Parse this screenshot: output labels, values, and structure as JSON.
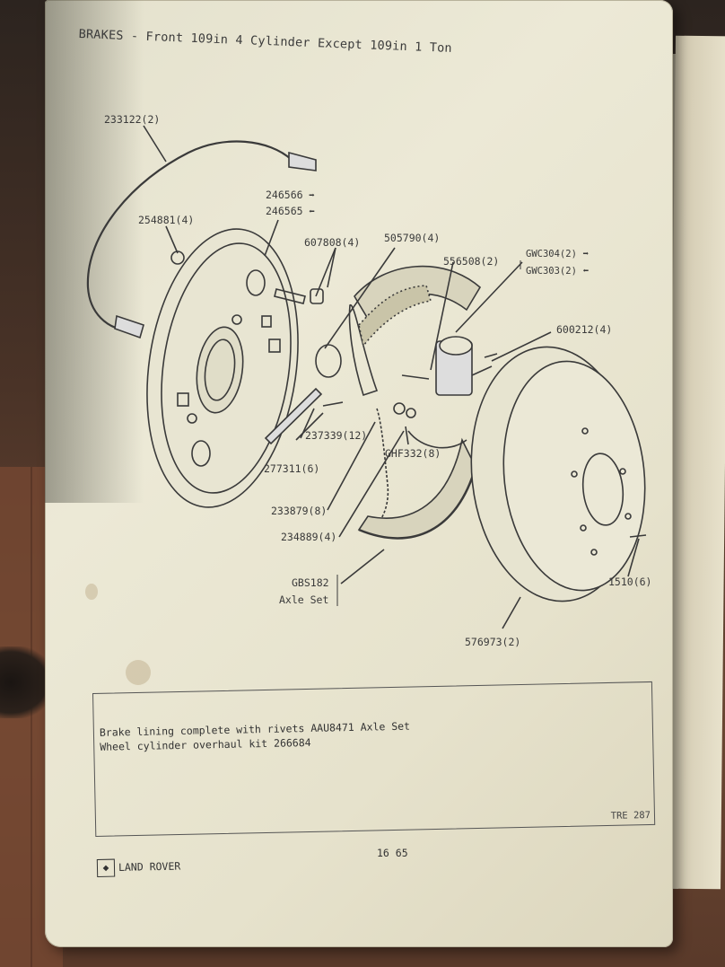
{
  "header": {
    "title": "BRAKES - Front 109in 4 Cylinder Except 109in 1 Ton"
  },
  "parts": {
    "p233122": "233122(2)",
    "p246566": "246566",
    "p246565": "246565",
    "p254881": "254881(4)",
    "p607808": "607808(4)",
    "p505790": "505790(4)",
    "p556508": "556508(2)",
    "pGWC304": "GWC304(2)",
    "pGWC303": "GWC303(2)",
    "p600212": "600212(4)",
    "p237339": "237339(12)",
    "p277311": "277311(6)",
    "pGHF332": "GHF332(8)",
    "p233879": "233879(8)",
    "p234889": "234889(4)",
    "pGBS182": "GBS182",
    "pAxleSet": "Axle Set",
    "p1510": "1510(6)",
    "p576973": "576973(2)"
  },
  "notes": {
    "line1": "Brake lining complete with rivets AAU8471 Axle Set",
    "line2": "Wheel cylinder overhaul kit 266684",
    "ref": "TRE 287"
  },
  "footer": {
    "brand": "LAND ROVER",
    "page_number": "16 65"
  }
}
